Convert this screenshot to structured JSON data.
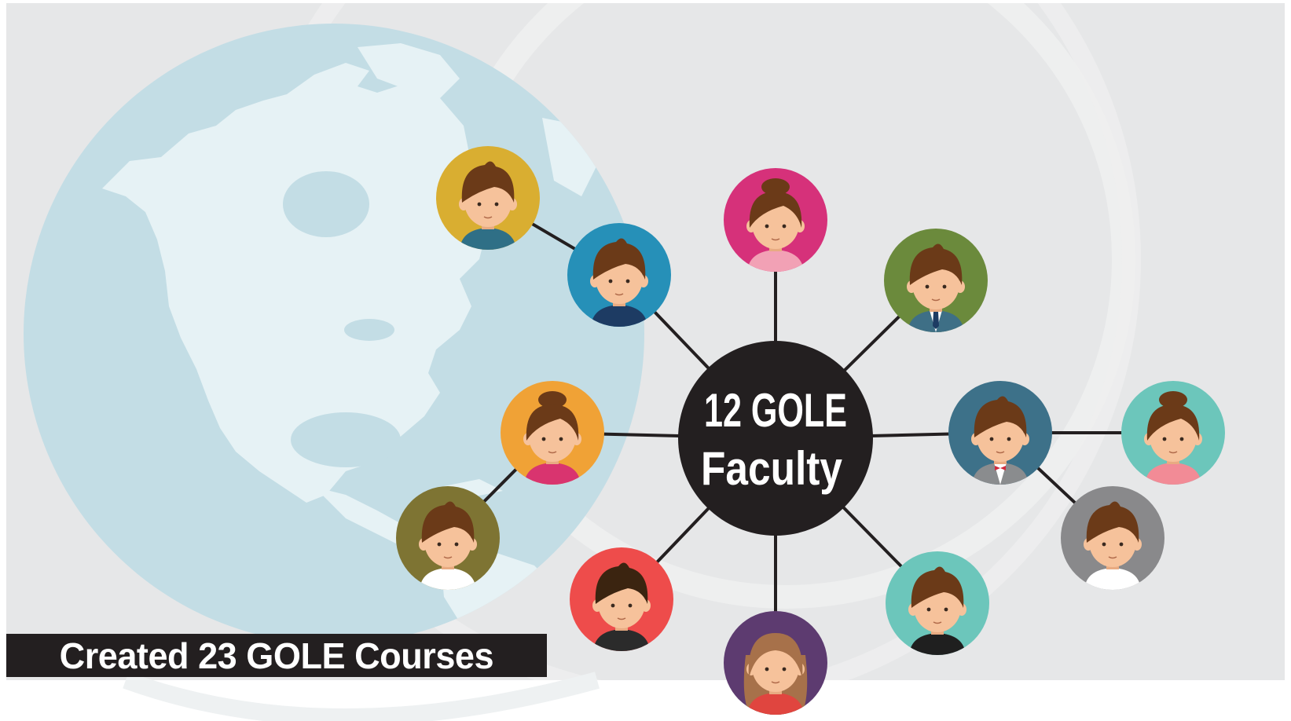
{
  "hub": {
    "line1": "12 GOLE",
    "line2": "Faculty"
  },
  "banner": {
    "text": "Created 23 GOLE Courses"
  },
  "colors": {
    "background": "#e6e7e8",
    "globe": "#c3dde5",
    "land": "#e6f2f5",
    "hub": "#231f20",
    "connector": "#231f20",
    "banner": "#231f20",
    "skin": "#f6c29b",
    "hair": "#6b3a18"
  },
  "avatars": [
    {
      "name": "avatar-yellow-boy",
      "bg": "#d9ae31",
      "gender": "boy",
      "shirt": "#2f6f86"
    },
    {
      "name": "avatar-blue-boy",
      "bg": "#2690b8",
      "gender": "boy",
      "shirt": "#1d3b63"
    },
    {
      "name": "avatar-pink-girl",
      "bg": "#d6317a",
      "gender": "girl-bun",
      "shirt": "#f2a1b5"
    },
    {
      "name": "avatar-green-man",
      "bg": "#6b8a3c",
      "gender": "man-suit",
      "shirt": "#3e6f86"
    },
    {
      "name": "avatar-orange-girl",
      "bg": "#f0a236",
      "gender": "girl-bun",
      "shirt": "#d9346f"
    },
    {
      "name": "avatar-olive-boy",
      "bg": "#7e7433",
      "gender": "boy",
      "shirt": "#ffffff"
    },
    {
      "name": "avatar-red-boy",
      "bg": "#ee4c4b",
      "gender": "boy-dark",
      "shirt": "#2b2b2b"
    },
    {
      "name": "avatar-purple-girl",
      "bg": "#5d3b70",
      "gender": "girl-long",
      "shirt": "#e0453f"
    },
    {
      "name": "avatar-teal-boy",
      "bg": "#6cc6bb",
      "gender": "boy",
      "shirt": "#1f1f1f"
    },
    {
      "name": "avatar-steel-man",
      "bg": "#3d7189",
      "gender": "man-tux",
      "shirt": "#8a8c8e"
    },
    {
      "name": "avatar-mint-girl",
      "bg": "#6cc6bb",
      "gender": "girl-bun",
      "shirt": "#f28b96"
    },
    {
      "name": "avatar-gray-boy",
      "bg": "#89898b",
      "gender": "boy",
      "shirt": "#ffffff"
    }
  ]
}
